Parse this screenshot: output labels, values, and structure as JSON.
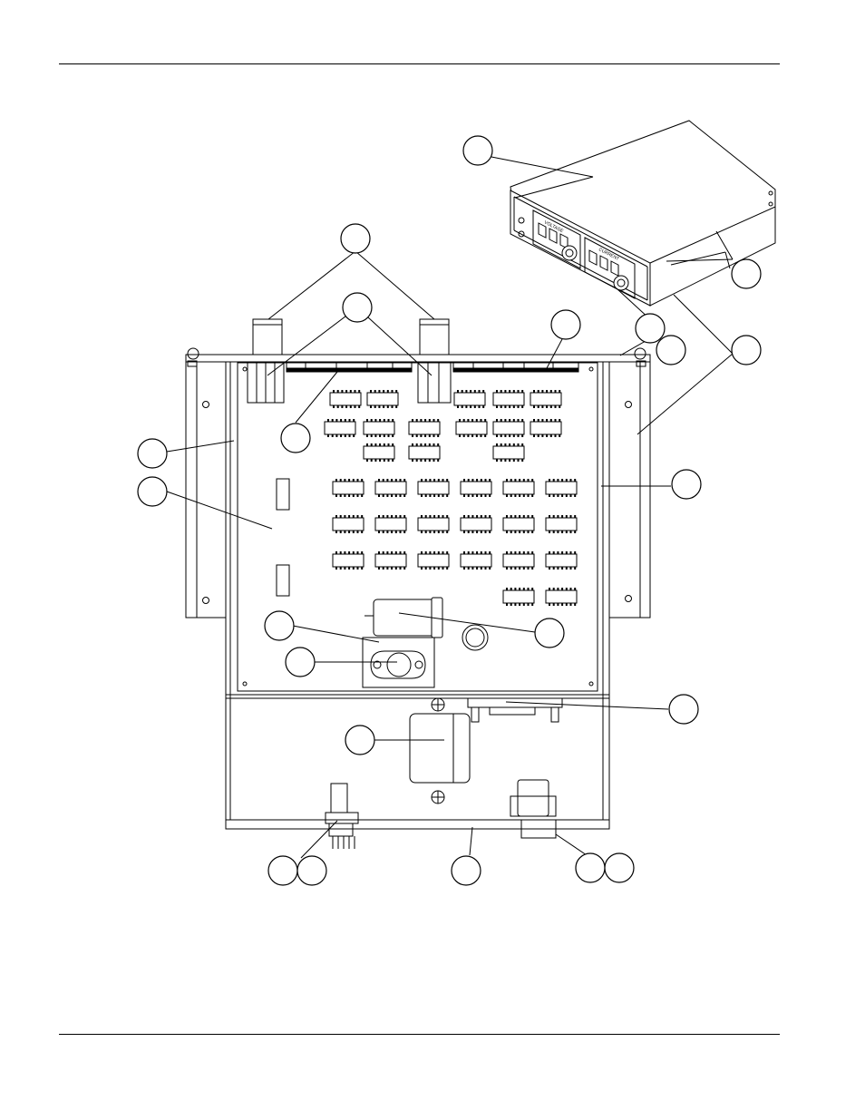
{
  "figure": {
    "front_panel": {
      "voltage_label": "VOLTAGE",
      "current_label": "CURRENT"
    },
    "callouts": [
      {
        "id": "c-top-cover",
        "number": ""
      },
      {
        "id": "c-handles",
        "number": ""
      },
      {
        "id": "c-switch-row",
        "number": ""
      },
      {
        "id": "c-right-connector",
        "number": ""
      },
      {
        "id": "c-front-panel",
        "number": ""
      },
      {
        "id": "c-front-right",
        "number": ""
      },
      {
        "id": "c-side-rails",
        "number": ""
      },
      {
        "id": "c-header-strip",
        "number": ""
      },
      {
        "id": "c-left-rail",
        "number": ""
      },
      {
        "id": "c-pcb",
        "number": ""
      },
      {
        "id": "c-right-edge",
        "number": ""
      },
      {
        "id": "c-bracket",
        "number": ""
      },
      {
        "id": "c-regulator",
        "number": ""
      },
      {
        "id": "c-capacitor",
        "number": ""
      },
      {
        "id": "c-rear-connector",
        "number": ""
      },
      {
        "id": "c-transformer",
        "number": ""
      },
      {
        "id": "c-power-entry-a",
        "number": ""
      },
      {
        "id": "c-power-entry-b",
        "number": ""
      },
      {
        "id": "c-chassis",
        "number": ""
      },
      {
        "id": "c-output-conn-a",
        "number": ""
      },
      {
        "id": "c-output-conn-b",
        "number": ""
      },
      {
        "id": "c-top-rail",
        "number": ""
      }
    ]
  }
}
